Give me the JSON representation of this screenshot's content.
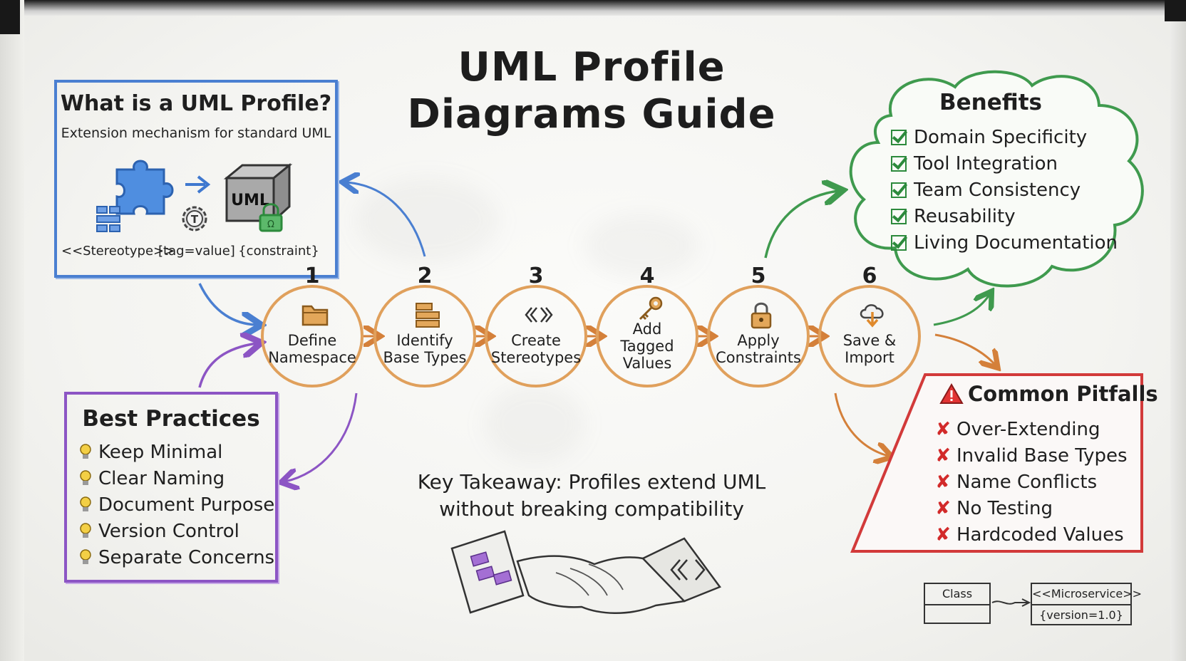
{
  "title_line1": "UML Profile",
  "title_line2": "Diagrams Guide",
  "what": {
    "heading": "What is a UML Profile?",
    "subtitle": "Extension mechanism for standard UML",
    "cube_label": "UML",
    "stereotype": "<<Stereotype>>",
    "tag": "[tag=value]",
    "constraint": "{constraint}"
  },
  "steps": [
    {
      "num": "1",
      "line1": "Define",
      "line2": "Namespace",
      "line3": "",
      "icon": "folder-icon"
    },
    {
      "num": "2",
      "line1": "Identify",
      "line2": "Base Types",
      "line3": "",
      "icon": "layers-icon"
    },
    {
      "num": "3",
      "line1": "Create",
      "line2": "Stereotypes",
      "line3": "",
      "icon": "angle-brackets-icon"
    },
    {
      "num": "4",
      "line1": "Add",
      "line2": "Tagged",
      "line3": "Values",
      "icon": "key-icon"
    },
    {
      "num": "5",
      "line1": "Apply",
      "line2": "Constraints",
      "line3": "",
      "icon": "lock-icon"
    },
    {
      "num": "6",
      "line1": "Save &",
      "line2": "Import",
      "line3": "",
      "icon": "cloud-download-icon"
    }
  ],
  "benefits": {
    "heading": "Benefits",
    "items": [
      "Domain Specificity",
      "Tool Integration",
      "Team Consistency",
      "Reusability",
      "Living Documentation"
    ]
  },
  "practices": {
    "heading": "Best Practices",
    "items": [
      "Keep Minimal",
      "Clear Naming",
      "Document Purpose",
      "Version Control",
      "Separate Concerns"
    ]
  },
  "pitfalls": {
    "heading": "Common Pitfalls",
    "items": [
      "Over-Extending",
      "Invalid Base Types",
      "Name Conflicts",
      "No Testing",
      "Hardcoded Values"
    ]
  },
  "takeaway": {
    "line1": "Key Takeaway: Profiles extend UML",
    "line2": "without breaking compatibility"
  },
  "uml_example": {
    "class_label": "Class",
    "stereotype_label": "<<Microservice>>",
    "tag_label": "{version=1.0}"
  },
  "colors": {
    "blue": "#4a7fd1",
    "purple": "#8c55c4",
    "orange": "#e0a05c",
    "green": "#3f9a4e",
    "red": "#d23a3a"
  }
}
